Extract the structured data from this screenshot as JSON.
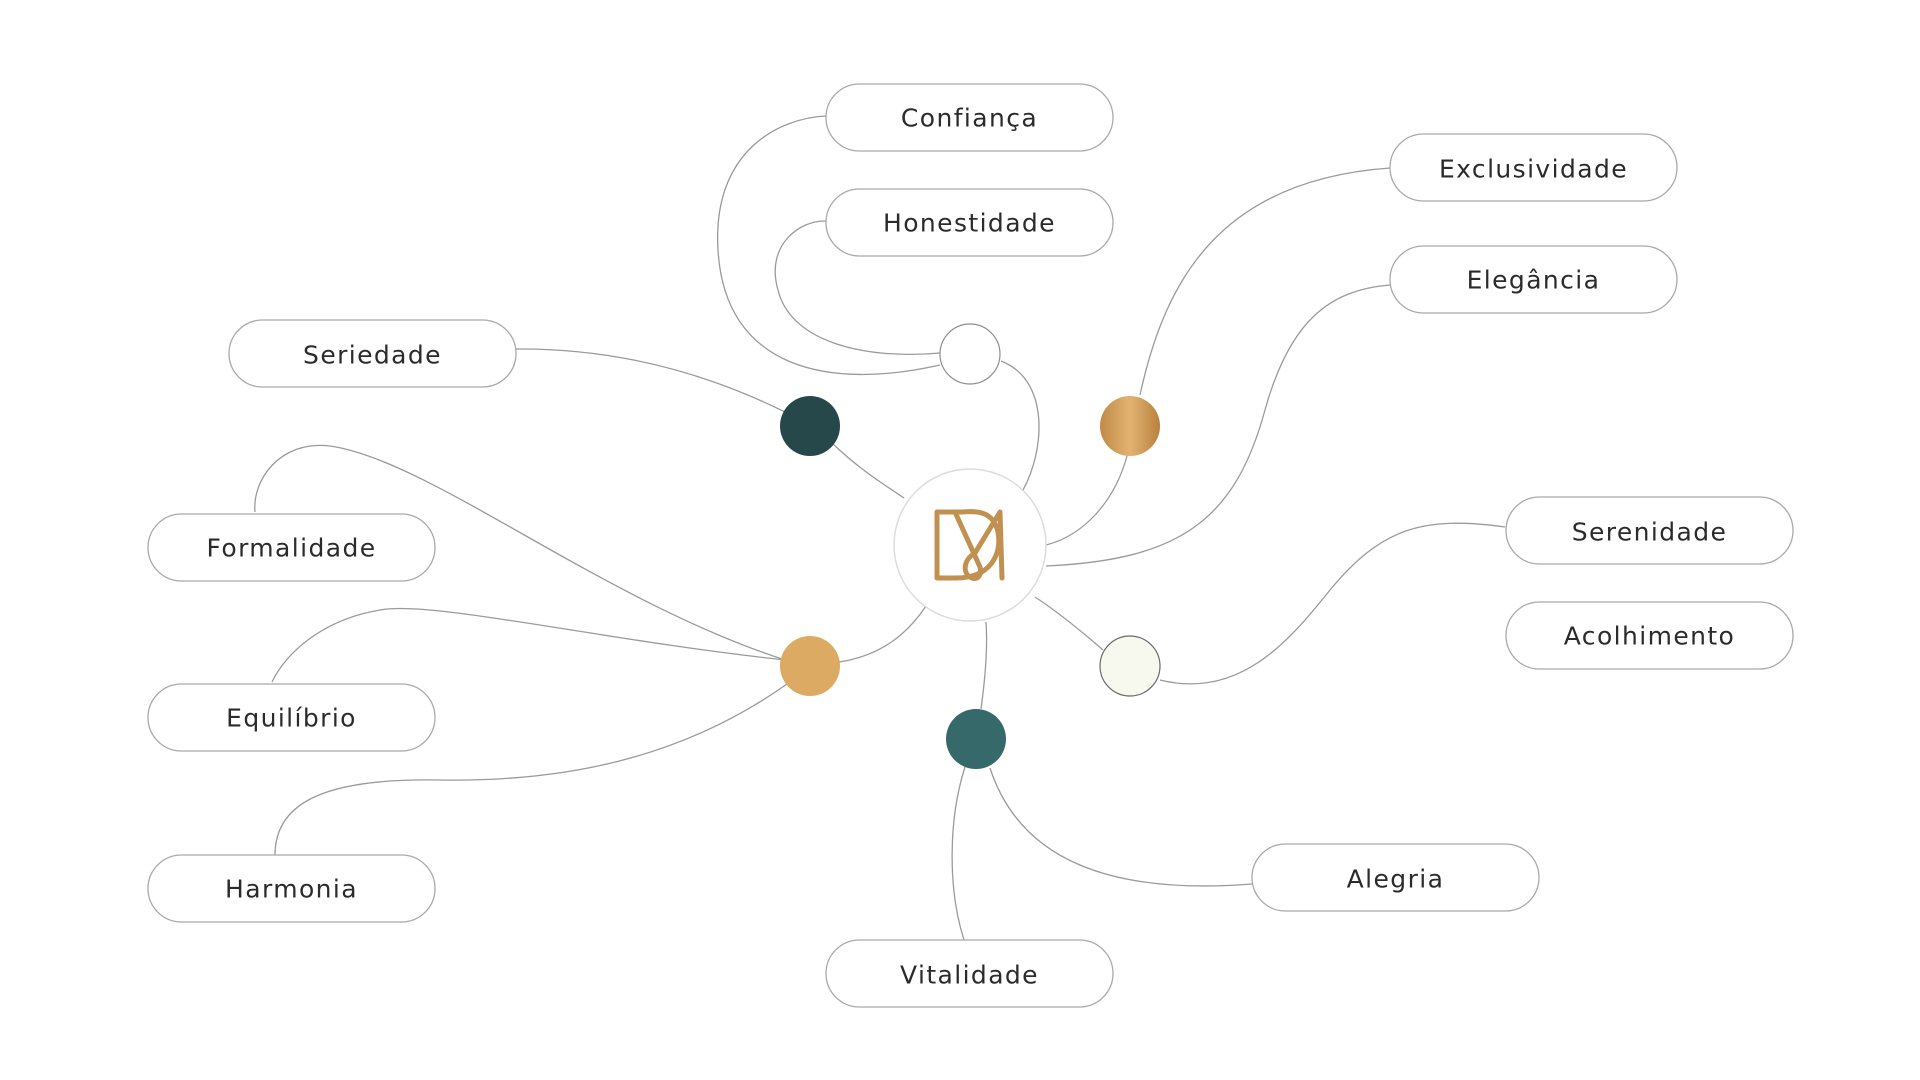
{
  "colors": {
    "line": "#9a9a9a",
    "pill_border": "#a9a9a9",
    "text": "#2b2b2b",
    "logo_gold": "#c09150"
  },
  "center_logo": {
    "icon": "dm-monogram-icon"
  },
  "swatches": {
    "white": "#ffffff",
    "dark_green": "#27484a",
    "gold_gradient": [
      "#c08a45",
      "#e3b272",
      "#b8813d"
    ],
    "sand": "#ddaa64",
    "teal": "#35696a",
    "ivory": "#f8f9ee"
  },
  "labels": {
    "confianca": "Confiança",
    "honestidade": "Honestidade",
    "exclusividade": "Exclusividade",
    "elegancia": "Elegância",
    "seriedade": "Seriedade",
    "formalidade": "Formalidade",
    "serenidade": "Serenidade",
    "acolhimento": "Acolhimento",
    "equilibrio": "Equilíbrio",
    "harmonia": "Harmonia",
    "alegria": "Alegria",
    "vitalidade": "Vitalidade"
  }
}
